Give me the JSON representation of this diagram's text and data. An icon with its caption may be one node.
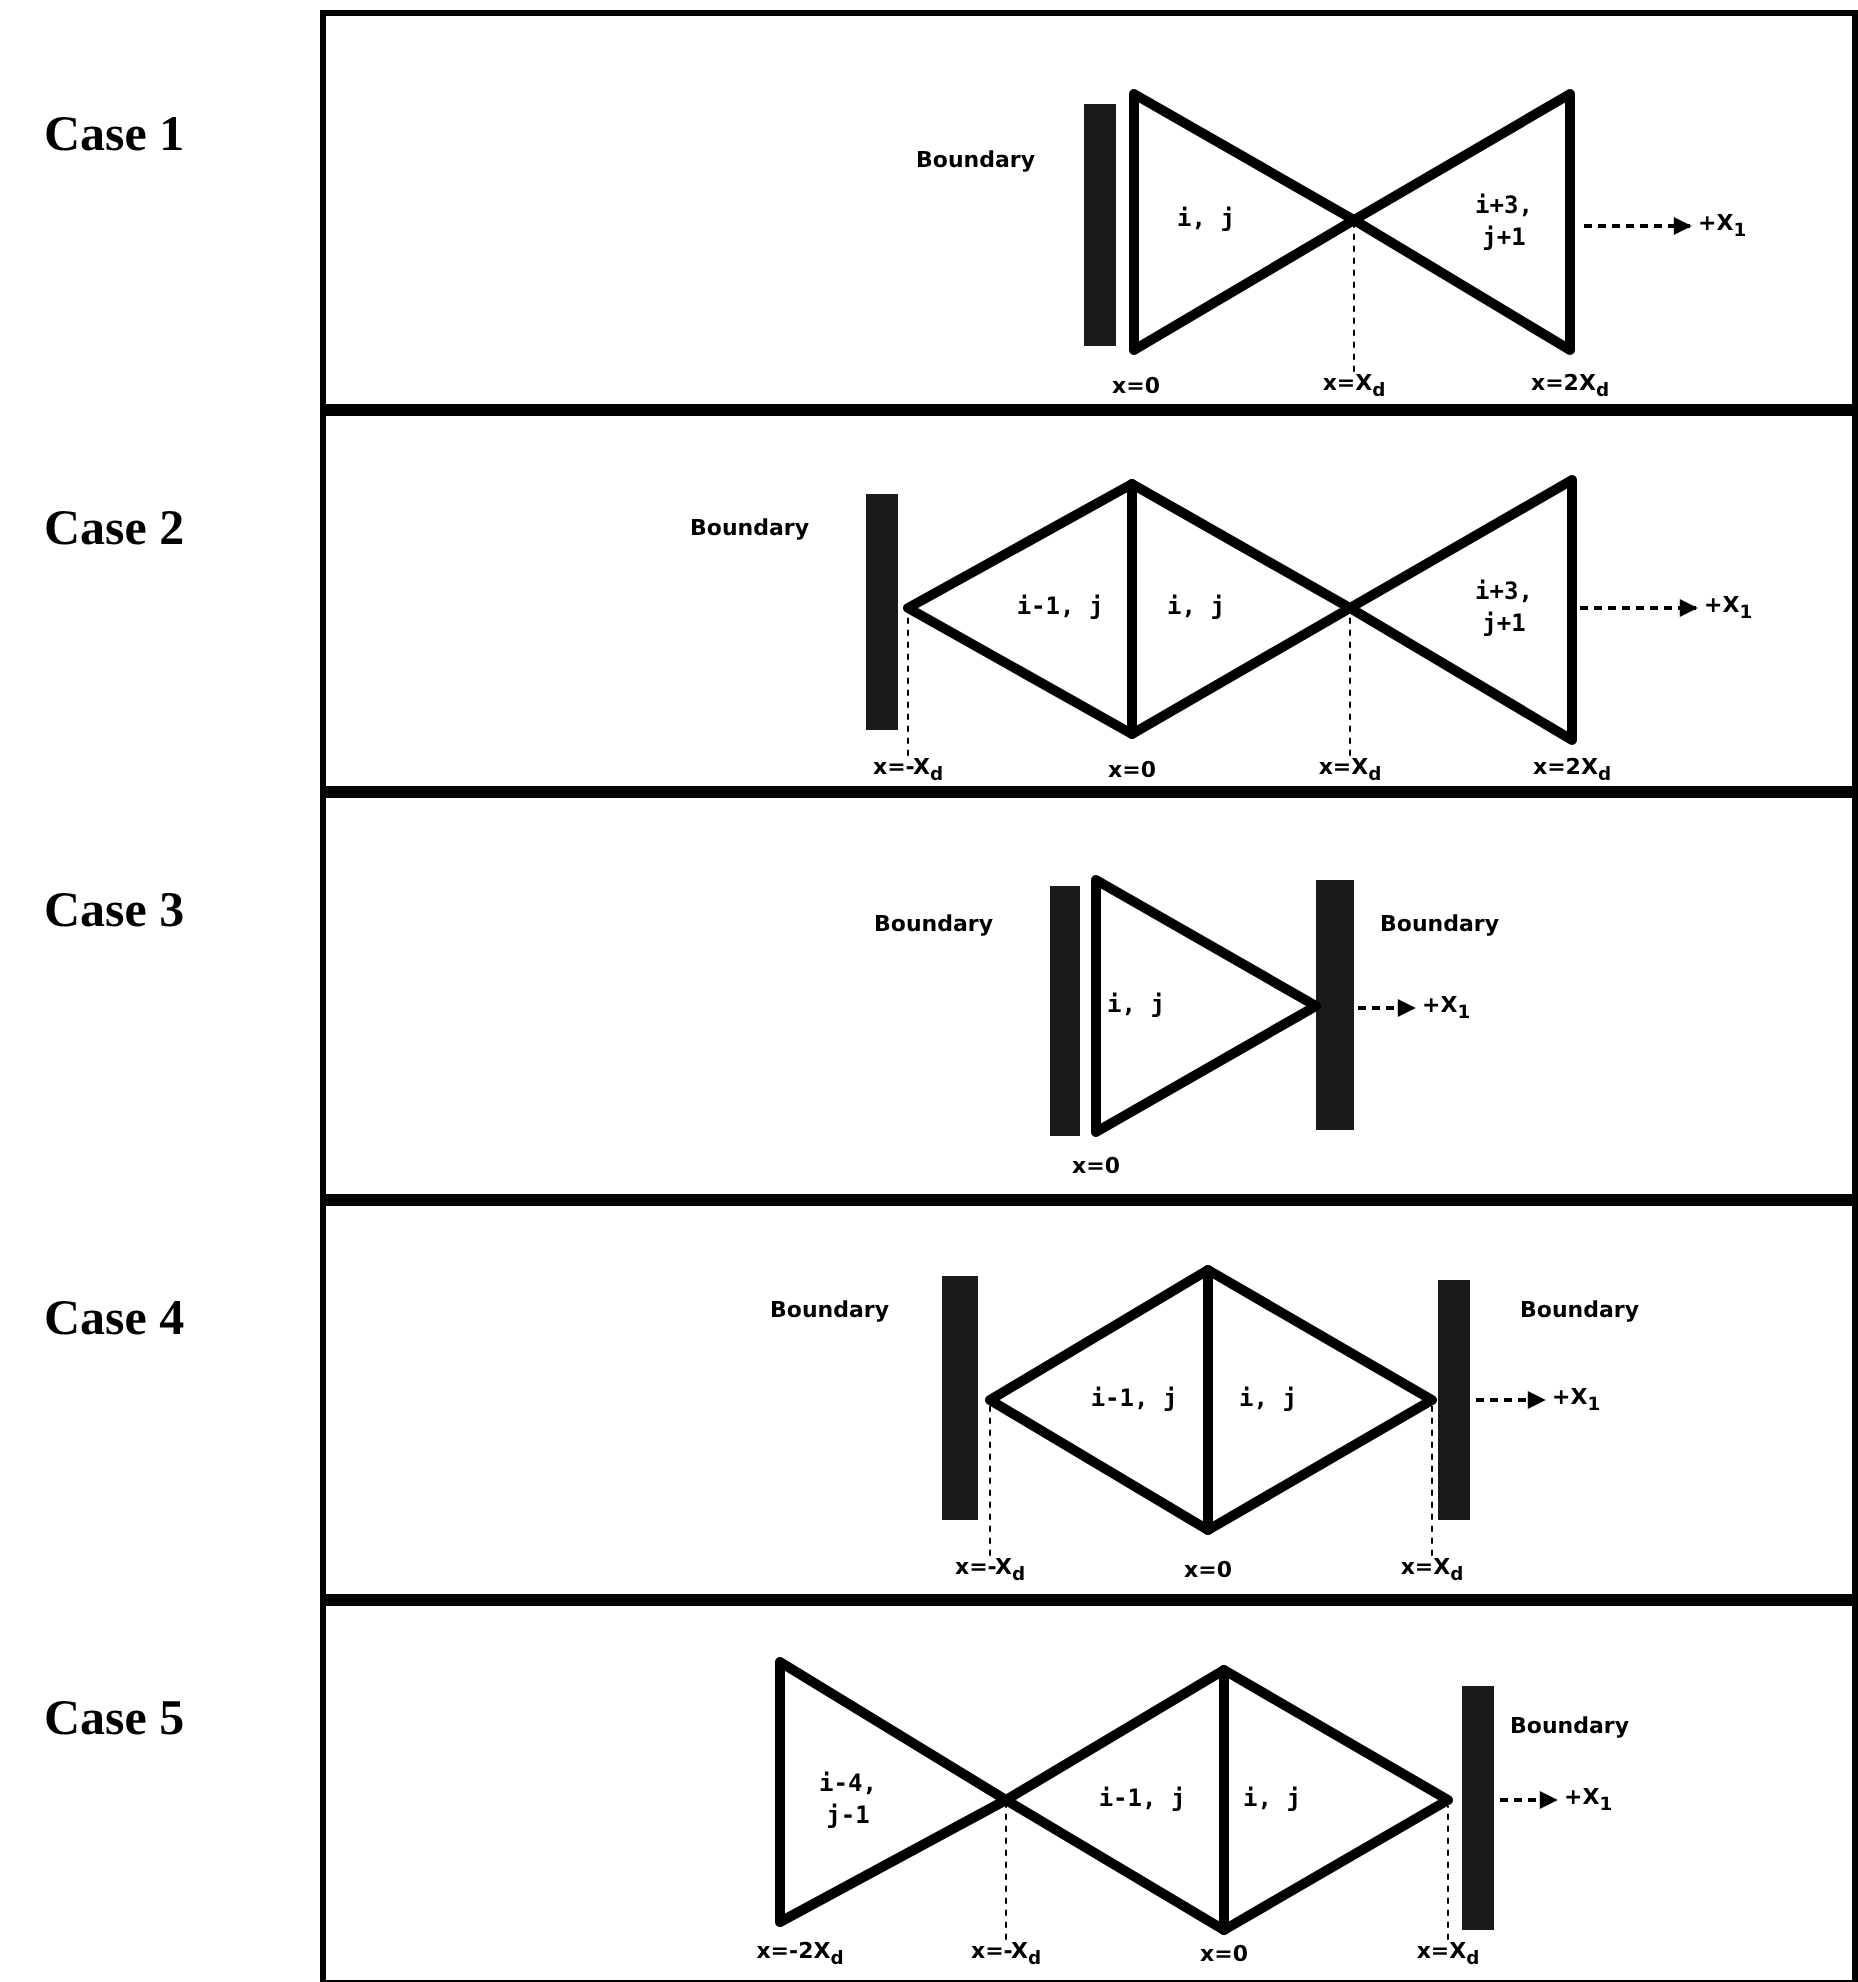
{
  "diagram": {
    "nodes": [
      {
        "text": [
          "Case 1"
        ]
      },
      {
        "text": [
          "i, j"
        ],
        "in": 0
      },
      {
        "text": [
          "i+3, j+1"
        ],
        "in": 0
      },
      {
        "text": [
          "x=X$_{d}$"
        ],
        "in": 0
      },
      {
        "text": [
          "Case 2"
        ]
      },
      {
        "text": [
          "i-1, j"
        ],
        "in": 4
      },
      {
        "text": [
          "i, j"
        ],
        "in": 4
      },
      {
        "text": [
          "i+3, j+1"
        ],
        "in": 4
      },
      {
        "text": [
          "x=-X$_{d}$"
        ],
        "in": 4
      },
      {
        "text": [
          "x=X$_{d}$"
        ],
        "in": 4
      },
      {
        "text": [
          "Case 3"
        ]
      },
      {
        "text": [
          "i, j"
        ],
        "in": 10
      },
      {
        "text": [
          "Case 4"
        ]
      },
      {
        "text": [
          "i-1, j"
        ],
        "in": 12
      },
      {
        "text": [
          "i, j"
        ],
        "in": 12
      },
      {
        "text": [
          "x=-X$_{d}$"
        ],
        "in": 12
      },
      {
        "text": [
          "x=X$_{d}$"
        ],
        "in": 12
      },
      {
        "text": [
          "Case 5"
        ]
      },
      {
        "text": [
          "i-4, j-1"
        ],
        "in": 17
      },
      {
        "text": [
          "i-1, j"
        ],
        "in": 17
      },
      {
        "text": [
          "i, j"
        ],
        "in": 17
      },
      {
        "text": [
          "x=-X$_{d}$"
        ],
        "in": 17
      },
      {
        "text": [
          "x=X$_{d}$"
        ],
        "in": 17
      }
    ],
    "edges": [
      {
        "from": 3,
        "to": 2,
        "arrow": "none",
        "style": "dashed"
      },
      {
        "from": 8,
        "to": 5,
        "arrow": "none",
        "style": "dashed"
      },
      {
        "from": 9,
        "to": 6,
        "arrow": "none",
        "style": "dashed"
      },
      {
        "from": 15,
        "to": 13,
        "arrow": "none",
        "style": "dashed"
      },
      {
        "from": 16,
        "to": 14,
        "arrow": "none",
        "style": "dashed"
      },
      {
        "from": 21,
        "to": 19,
        "arrow": "none",
        "style": "dashed"
      },
      {
        "from": 22,
        "to": 20,
        "arrow": "none",
        "style": "dashed"
      }
    ],
    "labels": [
      "Boundary",
      "+X$_{1}$",
      "x=0",
      "x=2X$_{d}$",
      "Boundary",
      "+X$_{1}$",
      "x=0",
      "x=2X$_{d}$",
      "Boundary",
      "Boundary",
      "+X$_{1}$",
      "x=0",
      "Boundary",
      "Boundary",
      "+X$_{1}$",
      "x=0",
      "Boundary",
      "+X$_{1}$",
      "x=-2X$_{d}$",
      "x=0"
    ]
  }
}
